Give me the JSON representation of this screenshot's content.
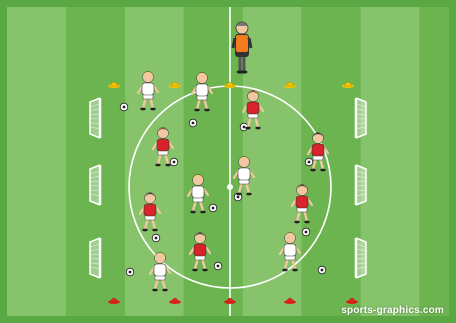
{
  "credit": {
    "text": "sports-graphics.com"
  },
  "colors": {
    "stripe_light": "#86c36a",
    "stripe_dark": "#6cb450",
    "field_border": "#5aa843",
    "lines": "#ffffff",
    "cone_yellow": "#f5c400",
    "cone_red": "#e0241b",
    "team_red": "#d8232a",
    "team_white": "#ffffff",
    "coach_bib": "#f47a1f"
  },
  "scene": {
    "cones": "yellow-cones-top-row, red-cones-bottom-row",
    "goals": "three-mini-goals-left, three-mini-goals-right",
    "players": "red-shirts-vs-white-shirts",
    "coach": "coach-orange-bib-at-halfway-line"
  }
}
